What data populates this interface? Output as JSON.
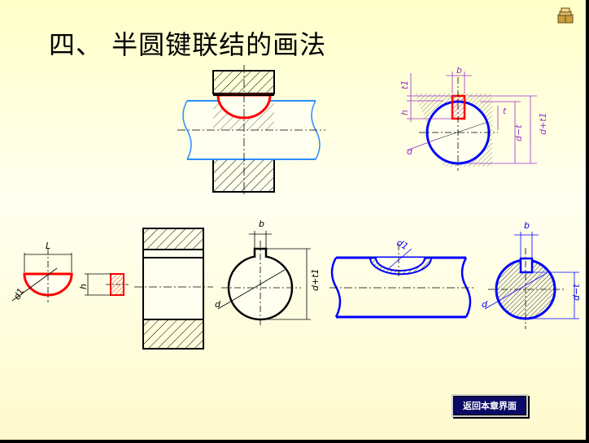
{
  "slide": {
    "title": "四、  半圆键联结的画法",
    "return_button_label": "返回本章界面",
    "icon": "book-icon"
  },
  "labels": {
    "b": "b",
    "t1": "t1",
    "h": "h",
    "t": "t",
    "d": "d",
    "d_minus_t": "d−t",
    "d_plus_t1": "d+t1",
    "d1": "d1",
    "L": "L"
  },
  "colors": {
    "background": "#ffffcc",
    "red": "#ff0000",
    "blue": "#0000ff",
    "purple": "#9b30c8",
    "button_bg": "#0b0b66"
  }
}
